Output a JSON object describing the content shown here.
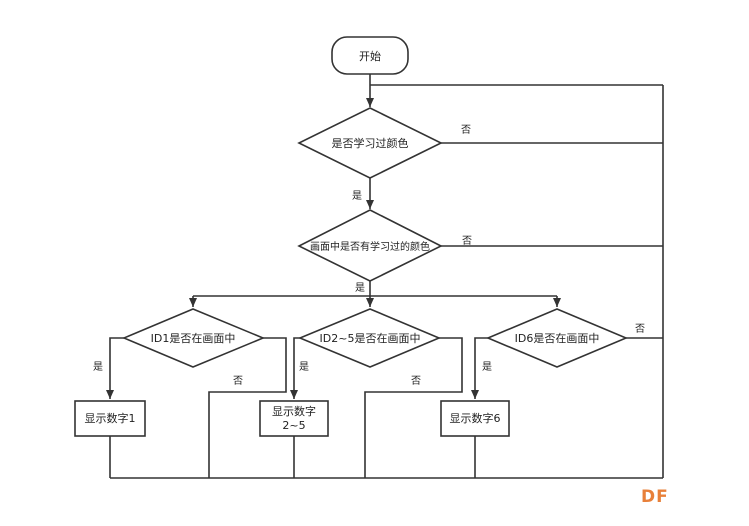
{
  "flowchart": {
    "start": "开始",
    "decision1": "是否学习过颜色",
    "decision2": "画面中是否有学习过的颜色",
    "decision3": "ID1是否在画面中",
    "decision4": "ID2~5是否在画面中",
    "decision5": "ID6是否在画面中",
    "process1": "显示数字1",
    "process2_line1": "显示数字",
    "process2_line2": "2~5",
    "process3": "显示数字6",
    "edge_yes": "是",
    "edge_no": "否"
  },
  "logo": {
    "text": "DF",
    "color": "#e8803a"
  }
}
